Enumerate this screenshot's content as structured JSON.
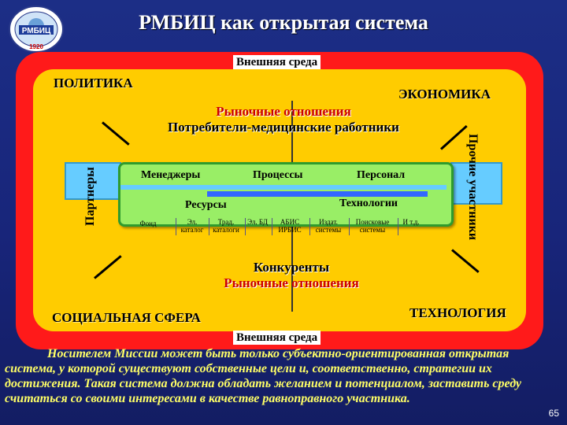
{
  "title": "РМБИЦ как открытая система",
  "logo": {
    "text": "РМБИЦ",
    "year": "1920"
  },
  "environment": {
    "top_label": "Внешняя среда",
    "bottom_label": "Внешняя среда"
  },
  "corners": {
    "top_left": "ПОЛИТИКА",
    "top_right": "ЭКОНОМИКА",
    "bottom_left": "СОЦИАЛЬНАЯ СФЕРА",
    "bottom_right": "ТЕХНОЛОГИЯ"
  },
  "market_top": {
    "line1": "Рыночные отношения",
    "line2": "Потребители-медицинские работники"
  },
  "market_bottom": {
    "line1": "Конкуренты",
    "line2": "Рыночные отношения"
  },
  "left_side": "Партнеры",
  "right_side": {
    "line1": "Прочие",
    "line2": "участники"
  },
  "core": {
    "managers": "Менеджеры",
    "processes": "Процессы",
    "staff": "Персонал",
    "resources": "Ресурсы",
    "technologies": "Технологии",
    "sub_items": [
      "Фонд",
      "Эл. каталог",
      "Трад. каталоги",
      "Эл. БД",
      "АБИС ИРБИС",
      "Издат. системы",
      "Поисковые системы",
      "И т.д."
    ]
  },
  "caption": "Носителем Миссии может быть только субъектно-ориентированная открытая система, у которой существуют собственные цели и, соответственно, стратегии их достижения. Такая система должна обладать желанием и потенциалом, заставить среду считаться со своими интересами в качестве равноправного участника.",
  "page_number": "65",
  "colors": {
    "outer": "#ff1a1a",
    "inner": "#ffcc00",
    "core": "#99ee66",
    "side": "#66ccff",
    "background": "#1b2a7a"
  }
}
